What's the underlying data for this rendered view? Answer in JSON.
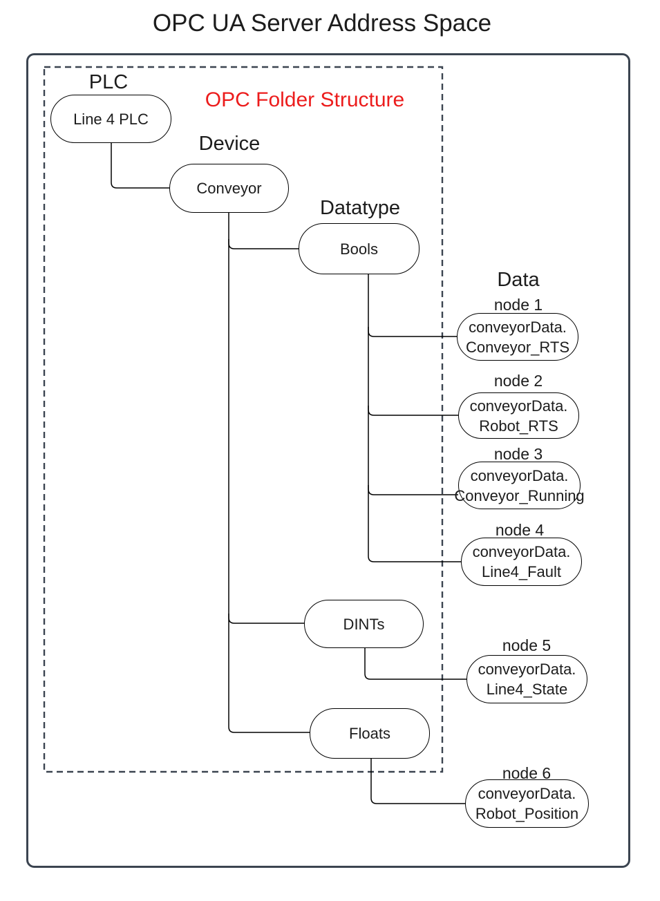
{
  "title": "OPC UA Server Address Space",
  "annotations": {
    "folder_structure": "OPC Folder Structure"
  },
  "column_headers": {
    "plc": "PLC",
    "device": "Device",
    "datatype": "Datatype",
    "data": "Data"
  },
  "folder_nodes": {
    "plc": "Line 4 PLC",
    "device": "Conveyor",
    "bools": "Bools",
    "dints": "DINTs",
    "floats": "Floats"
  },
  "data_nodes": [
    {
      "label": "node 1",
      "line1": "conveyorData.",
      "line2": "Conveyor_RTS"
    },
    {
      "label": "node 2",
      "line1": "conveyorData.",
      "line2": "Robot_RTS"
    },
    {
      "label": "node 3",
      "line1": "conveyorData.",
      "line2": "Conveyor_Running"
    },
    {
      "label": "node 4",
      "line1": "conveyorData.",
      "line2": "Line4_Fault"
    },
    {
      "label": "node 5",
      "line1": "conveyorData.",
      "line2": "Line4_State"
    },
    {
      "label": "node 6",
      "line1": "conveyorData.",
      "line2": "Robot_Position"
    }
  ],
  "colors": {
    "annotation_red": "#ec1c1c",
    "boundary_stroke": "#3b4450",
    "node_stroke": "#000000",
    "text": "#1c1c1c"
  }
}
